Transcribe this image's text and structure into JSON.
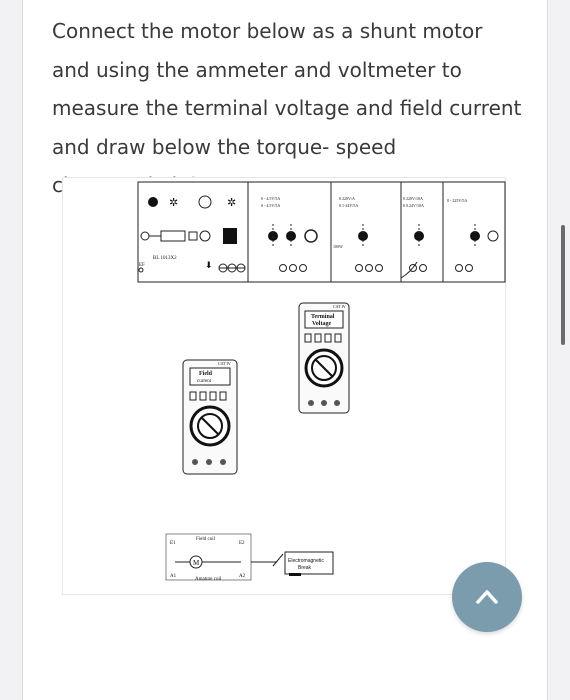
{
  "question": {
    "text": "Connect the motor below as a shunt motor and using the ammeter and voltmeter to measure the terminal voltage and field current and draw below the torque- speed characteristic?"
  },
  "figure": {
    "panel": {
      "resistor_label": "BL 1013X2",
      "meter_labels": [
        {
          "line1": "0 - 4.5V/5A",
          "line2": "0 - 4.5V/5A"
        },
        {
          "line1": "0 220V/A",
          "line2": "0 1-24V/5A"
        },
        {
          "line1": "0 220V/10A",
          "line2": "0 0.24V/10A"
        },
        {
          "line1": "0 - 225V/5A",
          "line2": ""
        }
      ],
      "small_label": "100W",
      "left_small": "EF"
    },
    "terminal_voltmeter": {
      "cat": "CAT IV",
      "title_line1": "Terminal",
      "title_line2": "Voltage"
    },
    "field_ammeter": {
      "cat": "CAT IV",
      "title_line1": "Field",
      "title_line2": "current"
    },
    "motor": {
      "field_coil": "Field coil",
      "armature_coil": "Amature coil",
      "motor_symbol": "M",
      "e1": "E1",
      "e2": "E2",
      "a1": "A1",
      "a2": "A2"
    },
    "brake": {
      "line1": "Electromagnetic",
      "line2": "Break"
    }
  },
  "colors": {
    "accent_button": "#7a9cad",
    "text": "#3a3a3c"
  },
  "icons": {
    "scroll_top": "chevron-up-icon"
  }
}
